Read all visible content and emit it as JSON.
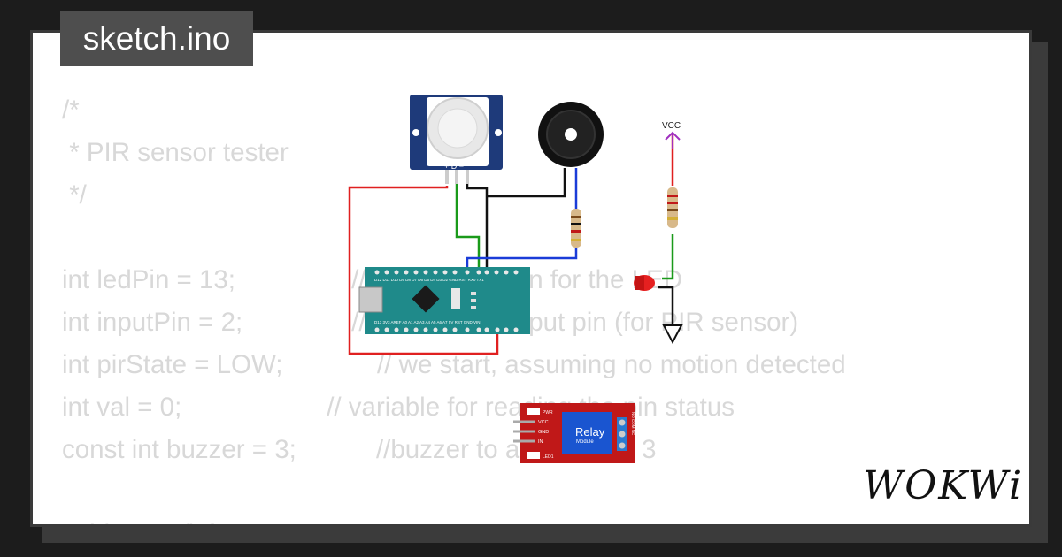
{
  "tab": {
    "label": "sketch.ino"
  },
  "code_lines": [
    "/*",
    " * PIR sensor tester",
    " */",
    "",
    "int ledPin = 13;                // choose the pin for the LED",
    "int inputPin = 2;               // choose the input pin (for PIR sensor)",
    "int pirState = LOW;             // we start, assuming no motion detected",
    "int val = 0;                    // variable for reading the pin status",
    "const int buzzer = 3;           //buzzer to arduino pin 3",
    "",
    "void setup() {"
  ],
  "logo": {
    "text": "WOKWi"
  },
  "components": {
    "pir": {
      "pin_labels": "+ D −"
    },
    "vcc": {
      "label": "VCC"
    },
    "relay": {
      "title": "Relay",
      "subtitle": "Module",
      "pins": [
        "VCC",
        "GND",
        "IN"
      ],
      "leds": [
        "PWR",
        "LED1"
      ],
      "contacts": "NO COM NC"
    },
    "arduino": {
      "top_pins": "D12 D11 D10 D9 D8 D7 D6 D5 D4 D3 D2 GND RST RX0 TX1",
      "bottom_pins": "D13 3V3 AREF A0 A1 A2 A3 A4 A5 A6 A7 5V RST GND VIN"
    }
  },
  "colors": {
    "wire_red": "#e02020",
    "wire_green": "#1a9a1a",
    "wire_blue": "#1a3cd8",
    "wire_black": "#111111",
    "vcc_purple": "#a030c0",
    "arduino_teal": "#1f8a8a",
    "relay_red": "#c01818",
    "relay_blue": "#1a55d0"
  }
}
